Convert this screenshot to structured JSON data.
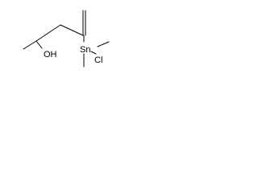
{
  "molecule": {
    "atoms": {
      "hydroxyl": "OH",
      "tin": "Sn",
      "chlorine": "Cl"
    }
  }
}
